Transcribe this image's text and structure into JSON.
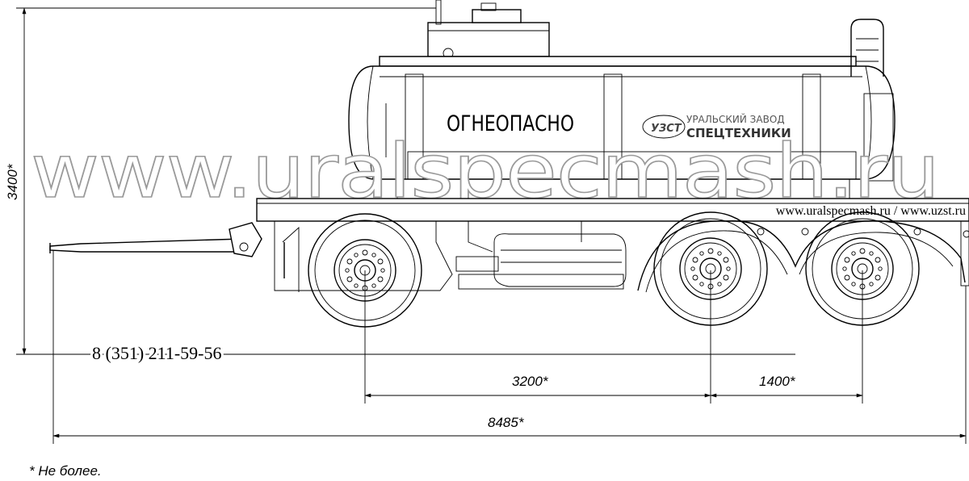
{
  "watermark": "www.uralspecmash.ru",
  "tank": {
    "warning_label": "ОГНЕОПАСНО",
    "logo_mark": "УЗСТ",
    "logo_line1": "УРАЛЬСКИЙ ЗАВОД",
    "logo_line2": "СПЕЦТЕХНИКИ"
  },
  "websites": "www.uralspecmash.ru / www.uzst.ru",
  "phone": "8 (351) 211-59-56",
  "dimensions": {
    "height": "3400*",
    "wheelbase": "3200*",
    "axle_spacing": "1400*",
    "overall_length": "8485*"
  },
  "footnote": "* Не более."
}
